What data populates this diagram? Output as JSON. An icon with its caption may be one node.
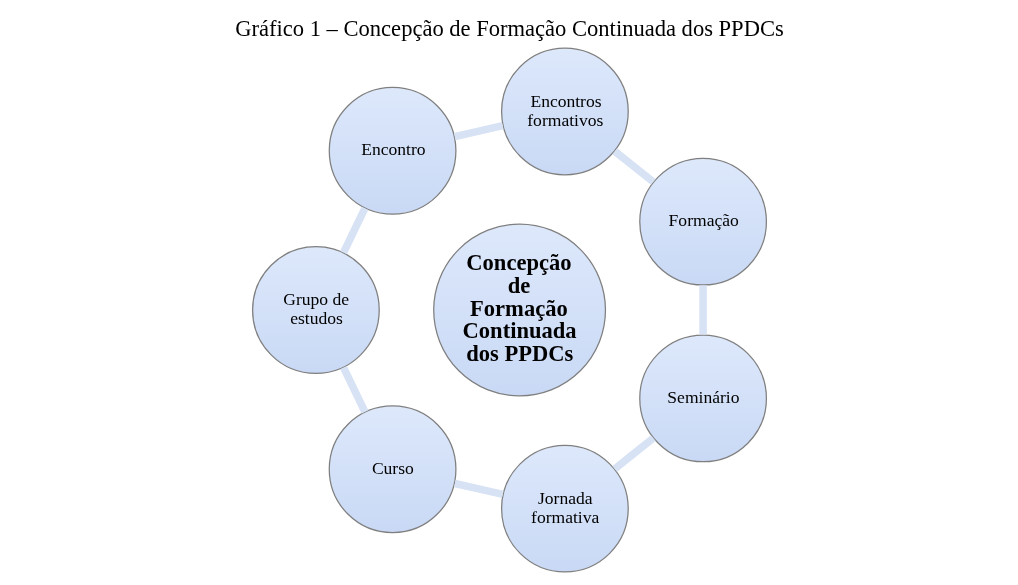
{
  "diagram": {
    "title": "Gráfico 1 – Concepção de Formação Continuada dos PPDCs",
    "nodes": [
      {
        "text": [
          "Concepção de Formação Continuada dos PPDCs"
        ]
      },
      {
        "text": [
          "Formação"
        ]
      },
      {
        "text": [
          "Encontros formativos"
        ]
      },
      {
        "text": [
          "Encontro"
        ]
      },
      {
        "text": [
          "Grupo de estudos"
        ]
      },
      {
        "text": [
          "Curso"
        ]
      },
      {
        "text": [
          "Jornada formativa"
        ]
      },
      {
        "text": [
          "Seminário"
        ]
      }
    ],
    "edges": [
      {
        "from": 1,
        "to": 2,
        "arrow": "none"
      },
      {
        "from": 2,
        "to": 3,
        "arrow": "none"
      },
      {
        "from": 3,
        "to": 4,
        "arrow": "none"
      },
      {
        "from": 4,
        "to": 5,
        "arrow": "none"
      },
      {
        "from": 5,
        "to": 6,
        "arrow": "none"
      },
      {
        "from": 6,
        "to": 7,
        "arrow": "none"
      },
      {
        "from": 7,
        "to": 1,
        "arrow": "none"
      }
    ]
  }
}
